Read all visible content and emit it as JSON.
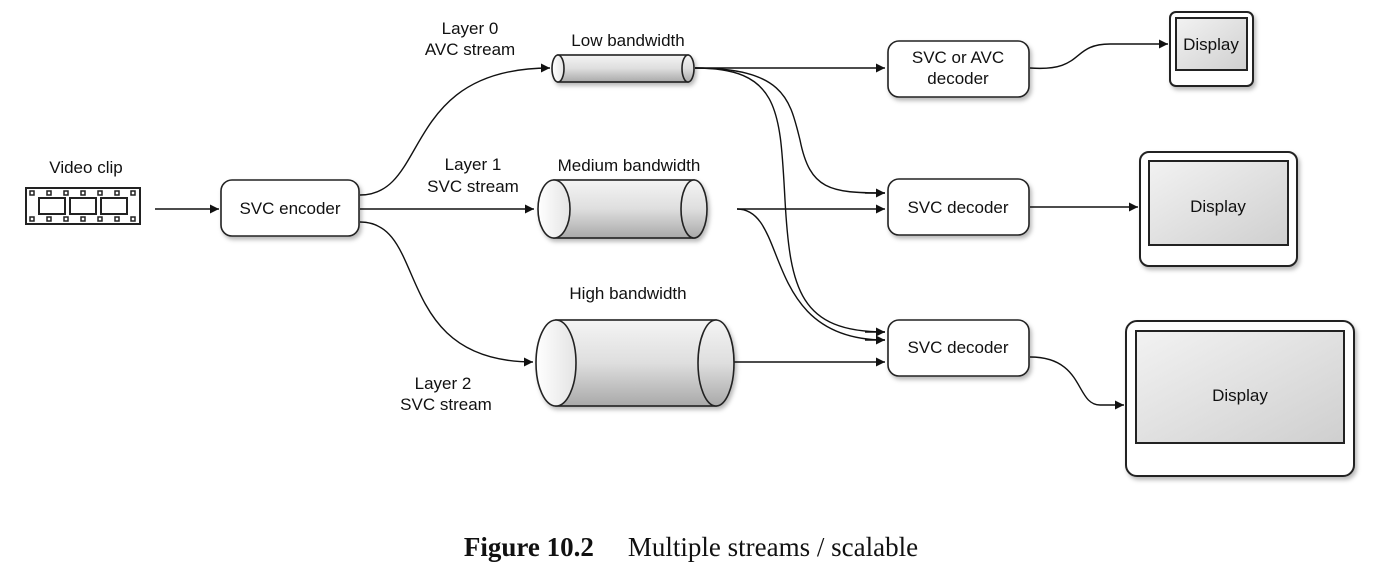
{
  "video_clip": {
    "label": "Video clip"
  },
  "encoder": {
    "label": "SVC encoder"
  },
  "streams": [
    {
      "layer": "Layer 0",
      "type": "AVC stream",
      "bandwidth": "Low bandwidth"
    },
    {
      "layer": "Layer 1",
      "type": "SVC stream",
      "bandwidth": "Medium bandwidth"
    },
    {
      "layer": "Layer 2",
      "type": "SVC stream",
      "bandwidth": "High bandwidth"
    }
  ],
  "decoders": [
    {
      "line1": "SVC or AVC",
      "line2": "decoder"
    },
    {
      "line1": "SVC decoder"
    },
    {
      "line1": "SVC decoder"
    }
  ],
  "displays": [
    {
      "label": "Display"
    },
    {
      "label": "Display"
    },
    {
      "label": "Display"
    }
  ],
  "caption": {
    "number": "Figure 10.2",
    "text": "Multiple streams / scalable"
  }
}
